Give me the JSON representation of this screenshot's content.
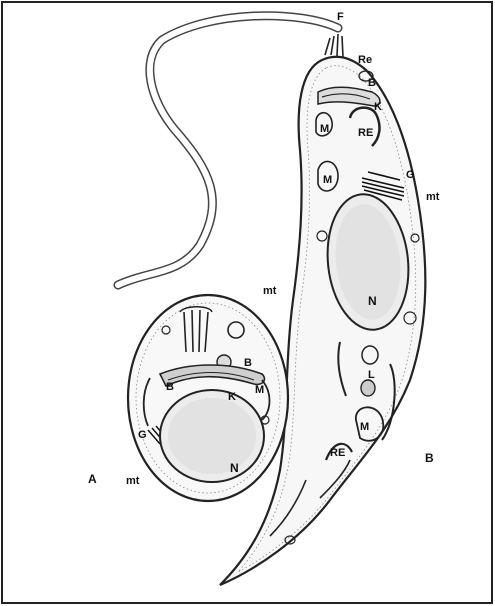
{
  "labels": {
    "flagellum": "F",
    "reservosome": "Re",
    "basal_body_B": "B",
    "kinetoplast_B": "K",
    "mito_1_B": "M",
    "mito_2_B": "M",
    "mito_3_B": "M",
    "er_1_B": "RE",
    "er_2_B": "RE",
    "golgi_B": "G",
    "mt_right": "mt",
    "mt_left_B": "mt",
    "nucleus_B": "N",
    "lipid_B": "L",
    "panel_B": "B",
    "basal_body_A1": "B",
    "basal_body_A2": "B",
    "mito_A": "M",
    "kinetoplast_A": "K",
    "golgi_A": "G",
    "mt_A": "mt",
    "nucleus_A": "N",
    "panel_A": "A"
  }
}
